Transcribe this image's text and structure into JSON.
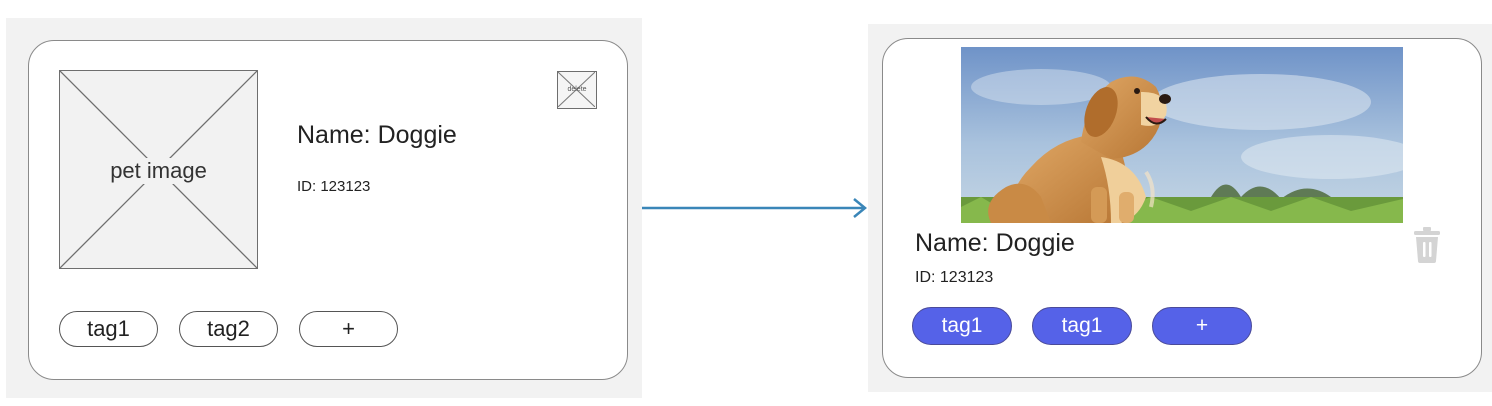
{
  "wireframe": {
    "image_placeholder_label": "pet image",
    "name": "Name: Doggie",
    "id": "ID: 123123",
    "delete_label": "delete",
    "tags": [
      "tag1",
      "tag2",
      "+"
    ]
  },
  "final": {
    "name": "Name: Doggie",
    "id": "ID: 123123",
    "tags": [
      "tag1",
      "tag1",
      "+"
    ],
    "icons": {
      "delete": "trash-icon"
    },
    "colors": {
      "tag_fill": "#5562e8",
      "icon_gray": "#d4d4d4"
    }
  },
  "connector": {
    "color": "#3a86b8",
    "direction": "left-to-right"
  }
}
